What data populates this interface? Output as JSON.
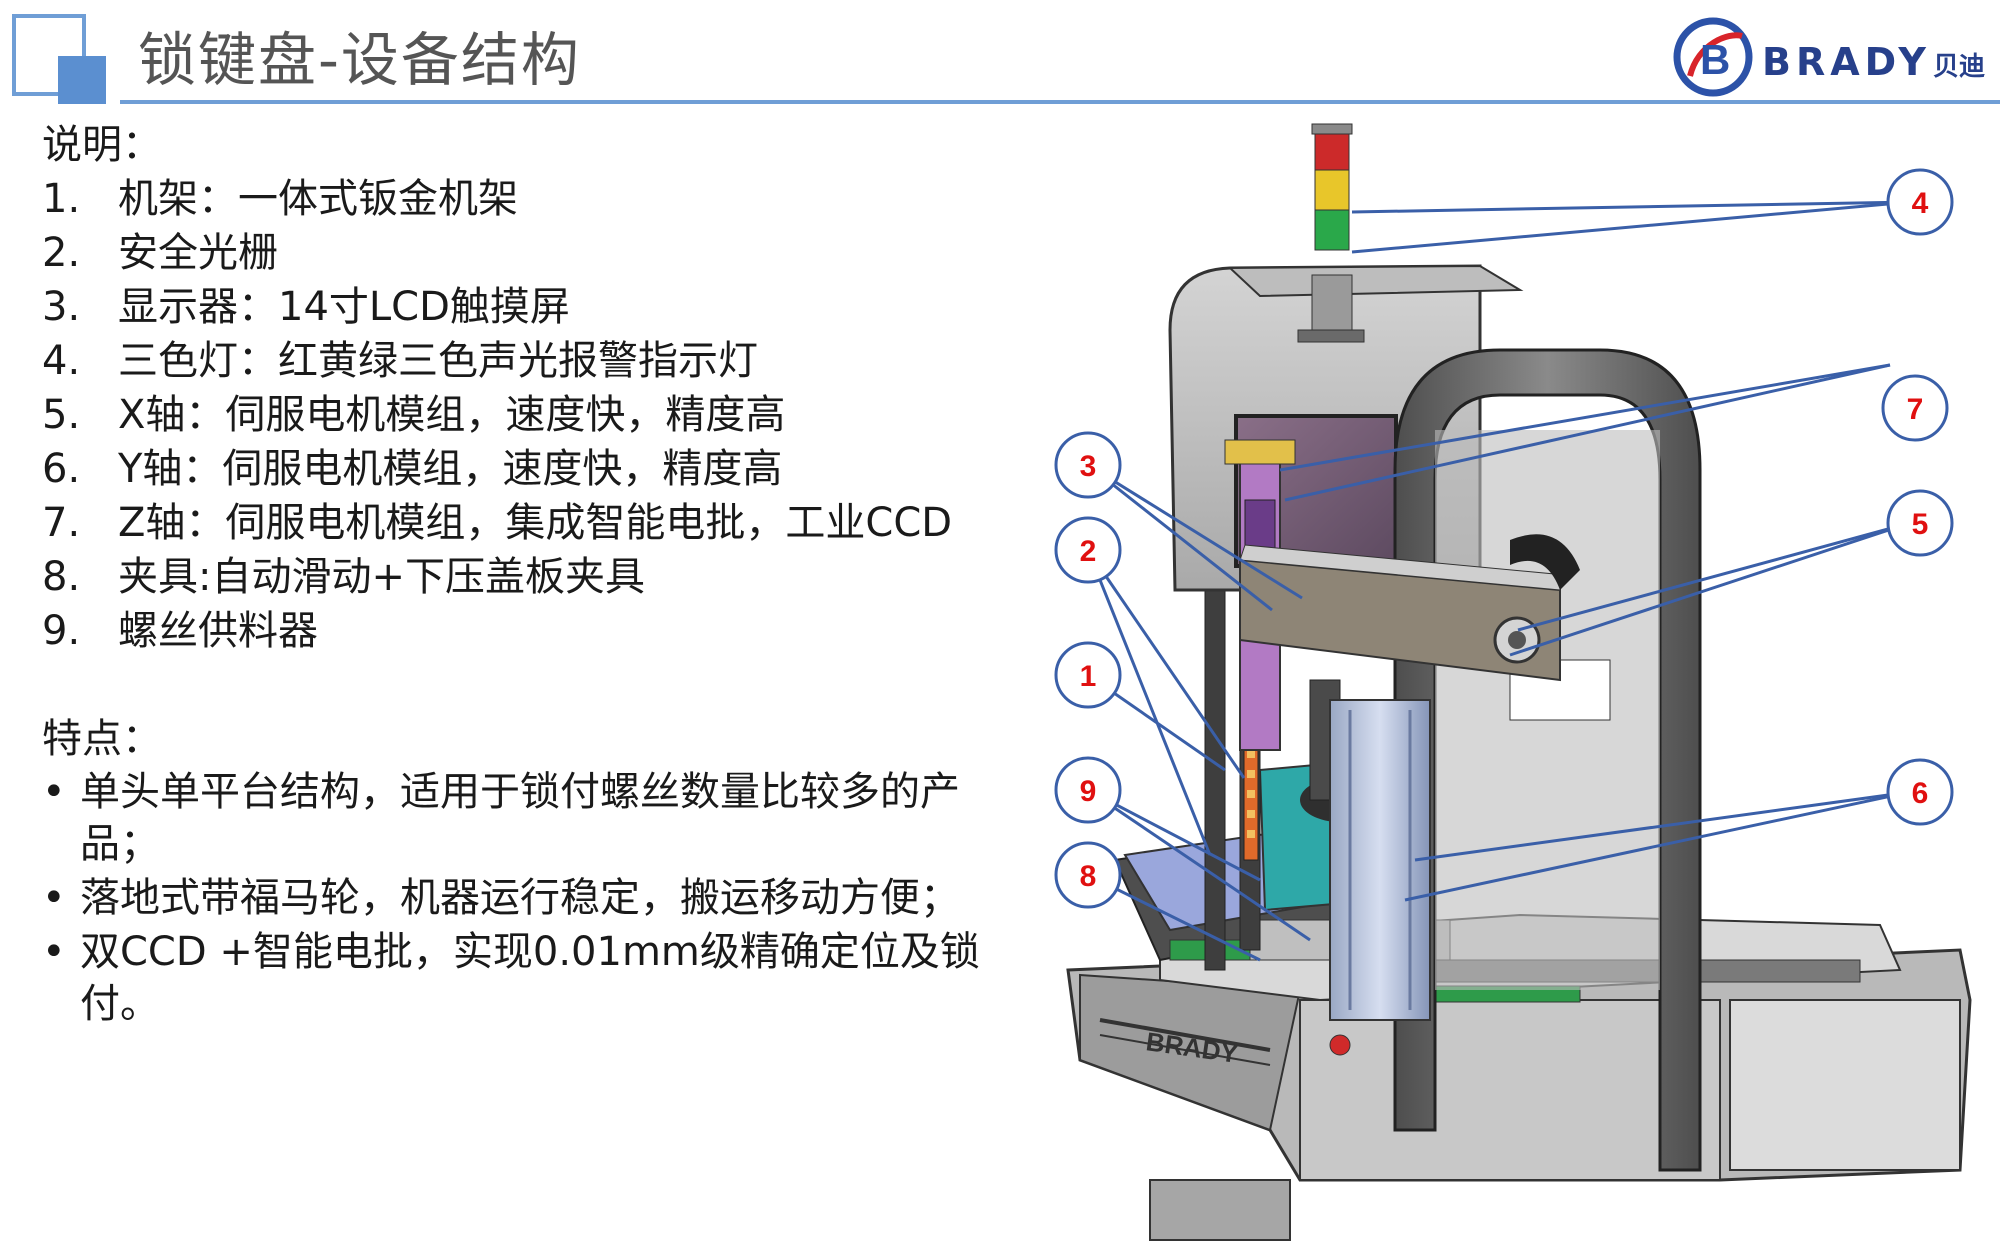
{
  "header": {
    "title": "锁键盘-设备结构",
    "logo_text": "BRADY",
    "logo_cn": "贝迪"
  },
  "description": {
    "heading": "说明：",
    "items": [
      {
        "num": "1.",
        "text": "机架：一体式钣金机架"
      },
      {
        "num": "2.",
        "text": "安全光栅"
      },
      {
        "num": "3.",
        "text": "显示器：14寸LCD触摸屏"
      },
      {
        "num": "4.",
        "text": "三色灯：红黄绿三色声光报警指示灯"
      },
      {
        "num": "5.",
        "text": "X轴：伺服电机模组，速度快，精度高"
      },
      {
        "num": "6.",
        "text": "Y轴：伺服电机模组，速度快，精度高"
      },
      {
        "num": "7.",
        "text": "Z轴：伺服电机模组，集成智能电批，工业CCD"
      },
      {
        "num": "8.",
        "text": "夹具:自动滑动+下压盖板夹具"
      },
      {
        "num": "9.",
        "text": "螺丝供料器"
      }
    ]
  },
  "features": {
    "heading": "特点：",
    "bullet": "•",
    "items": [
      "单头单平台结构，适用于锁付螺丝数量比较多的产品；",
      "落地式带福马轮，机器运行稳定，搬运移动方便；",
      "双CCD +智能电批，实现0.01mm级精确定位及锁付。"
    ]
  },
  "illustration": {
    "machine_brand": "BRADY",
    "callouts": [
      "1",
      "2",
      "3",
      "4",
      "5",
      "6",
      "7",
      "8",
      "9"
    ],
    "colors": {
      "callout_ring": "#3a5fa8",
      "callout_text": "#e01010",
      "frame": "#6e6e6e",
      "accent": "#2e9aa8"
    }
  }
}
